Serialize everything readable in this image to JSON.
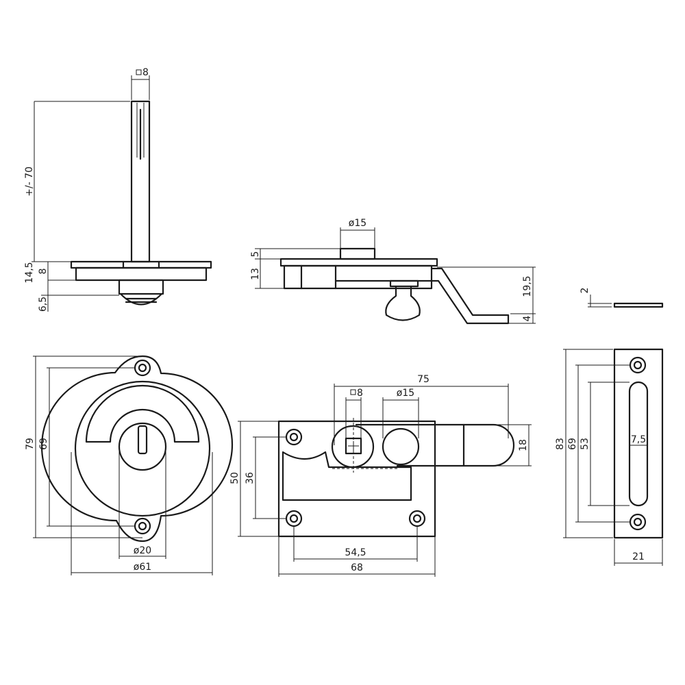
{
  "dimensions": {
    "square_8_top": "8",
    "length_70": "+/- 70",
    "h_14_5": "14,5",
    "h_8": "8",
    "h_6_5": "6,5",
    "dia_15_top": "ø15",
    "h_5": "5",
    "h_13": "13",
    "h_19_5": "19,5",
    "h_4": "4",
    "h_2": "2",
    "h_79": "79",
    "h_69_left": "69",
    "dia_20": "ø20",
    "dia_61": "ø61",
    "w_75": "75",
    "square_8_front": "8",
    "dia_15_front": "ø15",
    "h_18": "18",
    "h_50": "50",
    "h_36": "36",
    "w_54_5": "54,5",
    "w_68": "68",
    "h_83": "83",
    "h_69_right": "69",
    "h_53": "53",
    "w_7_5": "7,5",
    "w_21": "21"
  }
}
